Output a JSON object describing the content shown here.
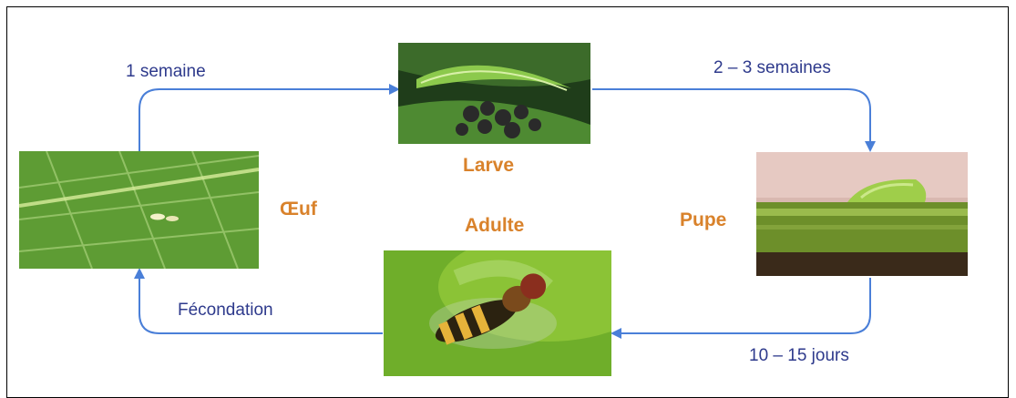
{
  "stages": {
    "egg": {
      "label": "Œuf"
    },
    "larva": {
      "label": "Larve"
    },
    "pupa": {
      "label": "Pupe"
    },
    "adult": {
      "label": "Adulte"
    }
  },
  "transitions": {
    "egg_to_larva": {
      "label": "1 semaine"
    },
    "larva_to_pupa": {
      "label": "2 – 3 semaines"
    },
    "pupa_to_adult": {
      "label": "10 – 15 jours"
    },
    "adult_to_egg": {
      "label": "Fécondation"
    }
  },
  "colors": {
    "arrow": "#4a7fd8",
    "stage_label": "#d9822b",
    "transition_label": "#2e3a8c"
  }
}
